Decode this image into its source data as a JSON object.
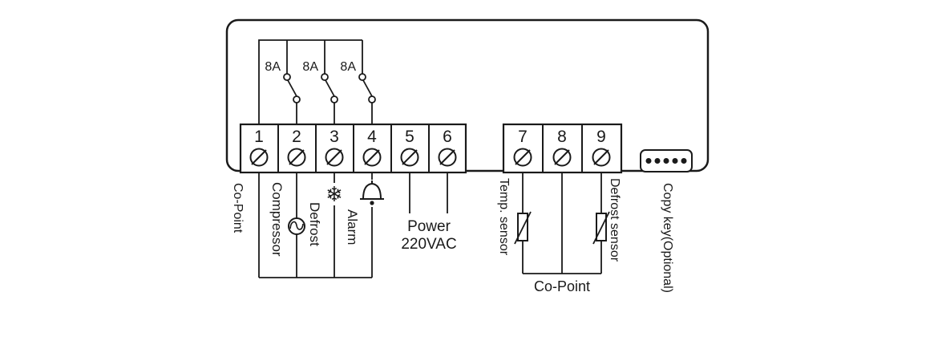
{
  "fuses": [
    "8A",
    "8A",
    "8A"
  ],
  "block_a": {
    "numbers": [
      "1",
      "2",
      "3",
      "4",
      "5",
      "6"
    ]
  },
  "block_b": {
    "numbers": [
      "7",
      "8",
      "9"
    ]
  },
  "labels": {
    "co_point_left": "Co-Point",
    "compressor": "Compressor",
    "defrost": "Defrost",
    "alarm": "Alarm",
    "power_line1": "Power",
    "power_line2": "220VAC",
    "temp_sensor": "Temp. sensor",
    "defrost_sensor": "Defrost sensor",
    "co_point_bottom": "Co-Point",
    "copy_key": "Copy key(Optional)"
  },
  "icons": {
    "snowflake": "❄"
  },
  "copy_key_pins": 5,
  "colors": {
    "line": "#1a1a1a",
    "background": "#ffffff"
  }
}
